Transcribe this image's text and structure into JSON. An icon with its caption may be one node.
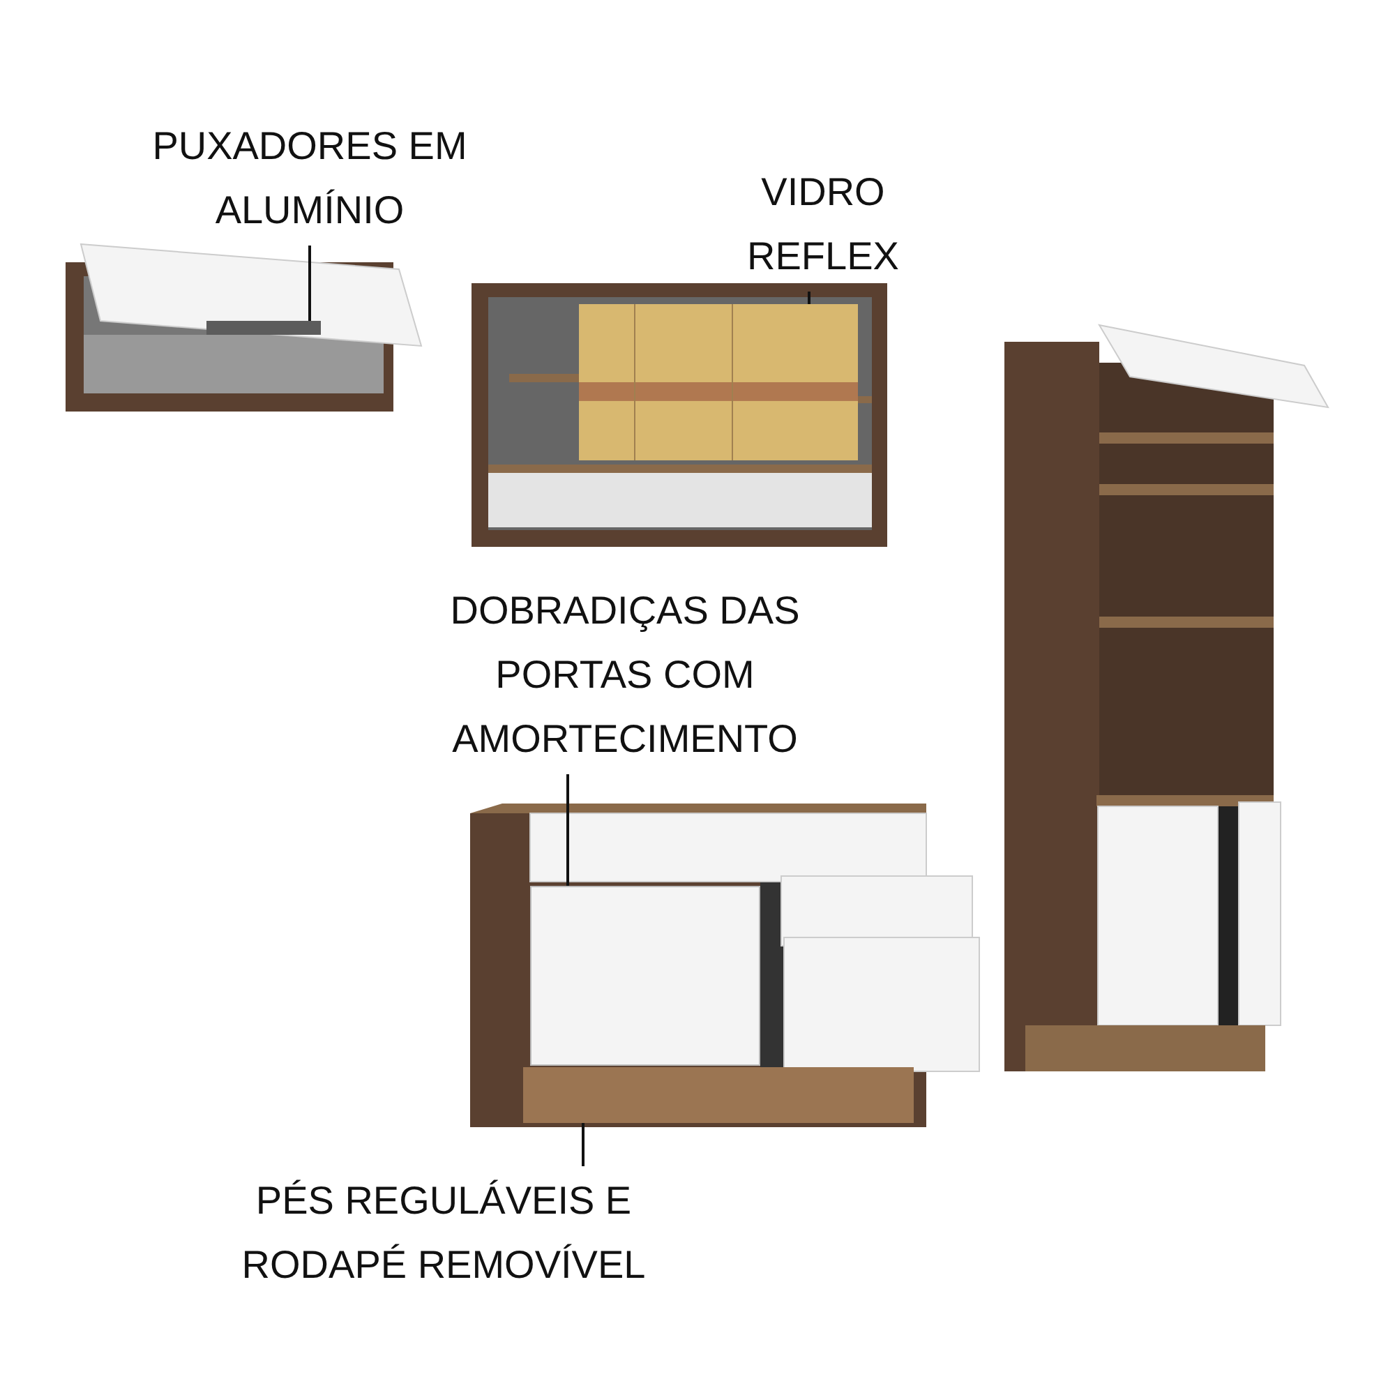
{
  "diagram": {
    "nodes": [
      {
        "text": [
          "PUXADORES EM ALUMÍNIO"
        ]
      },
      {
        "text": [
          "VIDRO REFLEX"
        ]
      },
      {
        "text": [
          "DOBRADIÇAS DAS PORTAS COM AMORTECIMENTO"
        ]
      },
      {
        "text": [
          "PÉS REGULÁVEIS E RODAPÉ REMOVÍVEL"
        ]
      },
      {
        "text": [],
        "shape": "bar"
      },
      {
        "text": [],
        "shape": "picture"
      },
      {
        "text": [],
        "shape": "box"
      },
      {
        "text": [],
        "shape": "bar"
      }
    ],
    "edges": [
      {
        "from": 0,
        "to": 4,
        "arrow": "none"
      },
      {
        "from": 1,
        "to": 5,
        "arrow": "none"
      },
      {
        "from": 2,
        "to": 6,
        "arrow": "none"
      },
      {
        "from": 3,
        "to": 7,
        "arrow": "none"
      }
    ]
  }
}
